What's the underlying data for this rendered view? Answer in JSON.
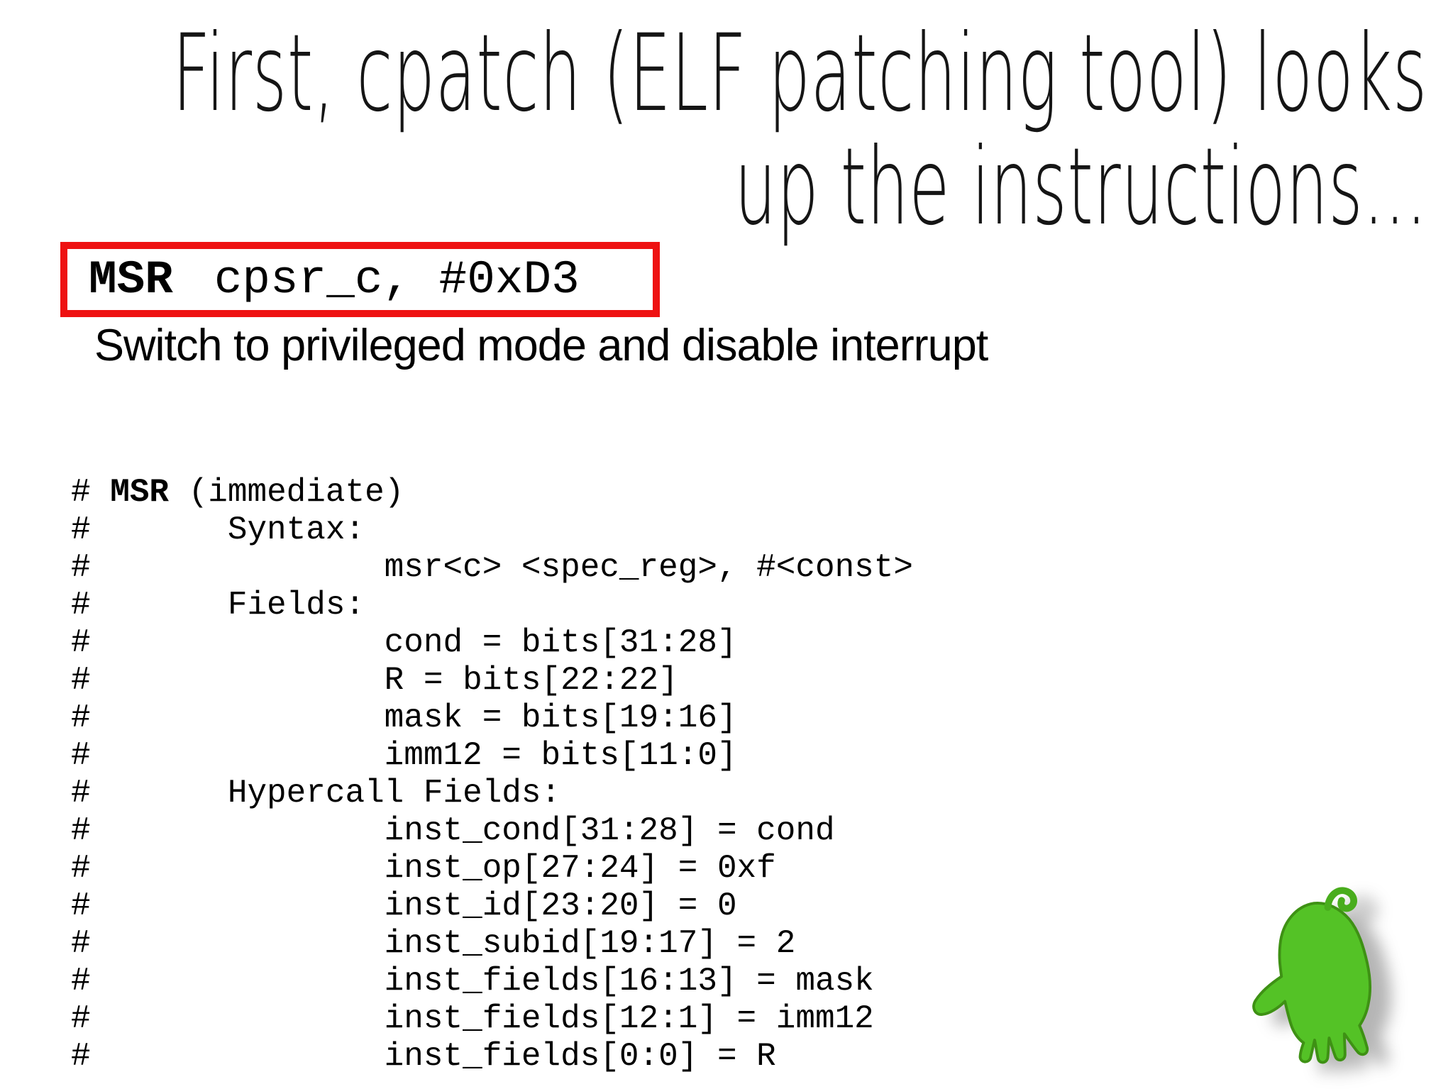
{
  "title": {
    "line1": "First, cpatch (ELF patching tool) looks",
    "line2": "up the instructions..."
  },
  "highlight": {
    "opcode": "MSR",
    "operands": "cpsr_c, #0xD3",
    "description": "Switch to privileged mode and disable interrupt",
    "border_color": "#ee1111"
  },
  "code": {
    "line1": {
      "prefix": "# ",
      "keyword": "MSR",
      "suffix": " (immediate)"
    },
    "lines": [
      "#       Syntax:",
      "#               msr<c> <spec_reg>, #<const>",
      "#       Fields:",
      "#               cond = bits[31:28]",
      "#               R = bits[22:22]",
      "#               mask = bits[19:16]",
      "#               imm12 = bits[11:0]",
      "#       Hypercall Fields:",
      "#               inst_cond[31:28] = cond",
      "#               inst_op[27:24] = 0xf",
      "#               inst_id[23:20] = 0",
      "#               inst_subid[19:17] = 2",
      "#               inst_fields[16:13] = mask",
      "#               inst_fields[12:1] = imm12",
      "#               inst_fields[0:0] = R"
    ]
  },
  "logo": {
    "name": "green-hand-logo",
    "fill_color": "#54c226",
    "edge_color": "#3e9114",
    "loop_color": "#49ad1d"
  }
}
